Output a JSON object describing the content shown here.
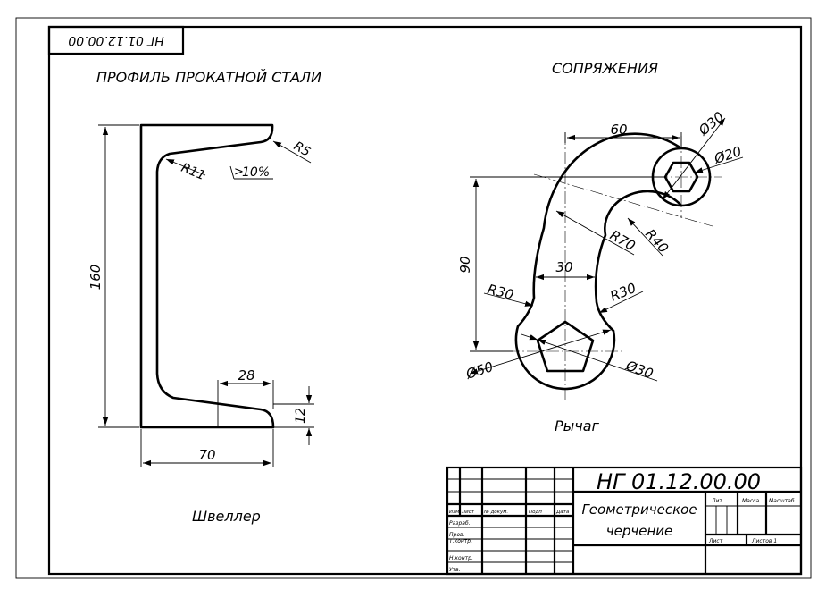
{
  "drawing_code": "НГ 01.12.00.00",
  "drawing_code_rotated": "НГ 01.12.00.00",
  "left_view": {
    "title": "ПРОФИЛЬ ПРОКАТНОЙ СТАЛИ",
    "caption": "Швеллер",
    "dims": {
      "height": "160",
      "width": "70",
      "flange": "28",
      "thickness": "12",
      "r11": "R11",
      "r5": "R5",
      "slope": "10%"
    }
  },
  "right_view": {
    "title": "СОПРЯЖЕНИЯ",
    "caption": "Рычаг",
    "dims": {
      "d60": "60",
      "d90": "90",
      "d30": "30",
      "phi30_top": "Ø30",
      "phi20": "Ø20",
      "r70": "R70",
      "r40": "R40",
      "r30_left": "R30",
      "r30_right": "R30",
      "phi50": "Ø50",
      "phi30_bottom": "Ø30"
    }
  },
  "title_block": {
    "code": "НГ 01.12.00.00",
    "name_line1": "Геометрическое",
    "name_line2": "черчение",
    "col_headers": [
      "Изм",
      "Лист",
      "№ докум.",
      "Подп",
      "Дата"
    ],
    "row_labels": [
      "Разраб.",
      "Пров.",
      "Т.контр.",
      "Н.контр.",
      "Утв."
    ],
    "lit_label": "Лит.",
    "mass_label": "Масса",
    "scale_label": "Масштаб",
    "sheet_label": "Лист",
    "sheets_label": "Листов 1"
  }
}
